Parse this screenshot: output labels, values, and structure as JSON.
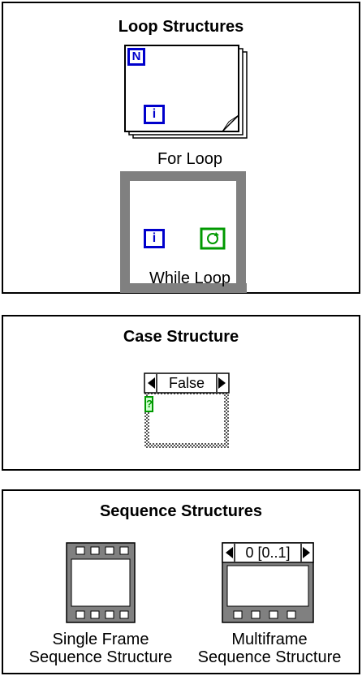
{
  "loop_panel": {
    "title": "Loop Structures",
    "for_loop": {
      "label": "For Loop",
      "count_terminal": "N",
      "iteration_terminal": "i"
    },
    "while_loop": {
      "label": "While Loop",
      "iteration_terminal": "i",
      "condition_icon": "loop-condition-icon"
    }
  },
  "case_panel": {
    "title": "Case Structure",
    "selector_value": "False",
    "selector_terminal": "?"
  },
  "sequence_panel": {
    "title": "Sequence Structures",
    "single": {
      "label_line1": "Single Frame",
      "label_line2": "Sequence Structure"
    },
    "multi": {
      "label_line1": "Multiframe",
      "label_line2": "Sequence Structure",
      "frame_selector": "0 [0..1]"
    }
  },
  "colors": {
    "terminal_blue": "#0000cc",
    "terminal_green": "#009900",
    "frame_gray": "#808080",
    "border": "#000000"
  }
}
